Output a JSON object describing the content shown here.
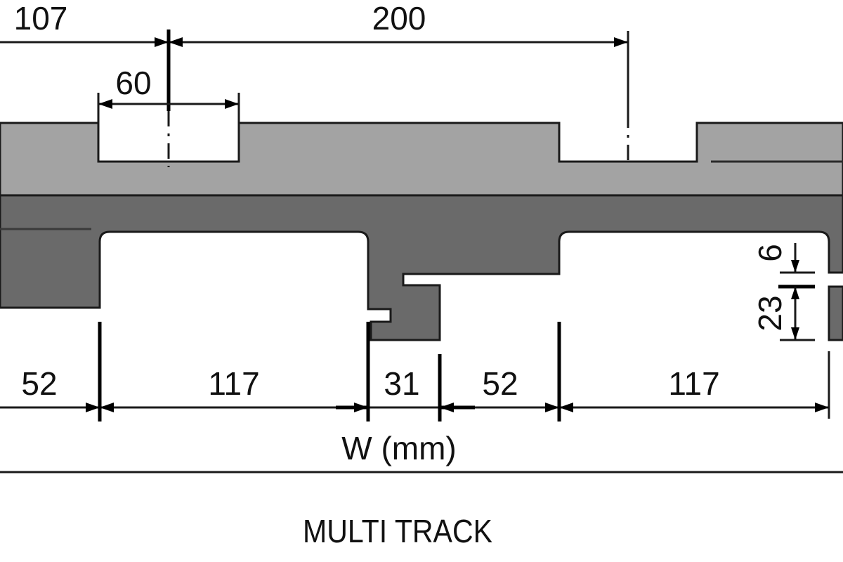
{
  "colors": {
    "upper_profile": "#a3a3a3",
    "lower_profile": "#6a6a6a",
    "outline": "#1a1a1a",
    "line": "#000000",
    "text": "#111111"
  },
  "dimensions": {
    "d107": "107",
    "d200": "200",
    "d60": "60",
    "d6": "6",
    "d23": "23",
    "d52_left": "52",
    "d117_left": "117",
    "d31": "31",
    "d52_right": "52",
    "d117_right": "117"
  },
  "width_label": "W (mm)",
  "title": "MULTI TRACK"
}
